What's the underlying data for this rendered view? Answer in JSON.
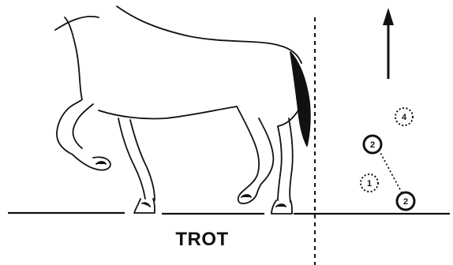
{
  "caption": "TROT",
  "footfalls": [
    {
      "number": "4",
      "style": "dotted"
    },
    {
      "number": "2",
      "style": "solid"
    },
    {
      "number": "1",
      "style": "dotted"
    },
    {
      "number": "2",
      "style": "solid"
    }
  ],
  "colors": {
    "ink": "#111111",
    "paper": "#ffffff"
  },
  "icons": {
    "direction": "up-arrow-icon",
    "animal": "horse-illustration"
  }
}
